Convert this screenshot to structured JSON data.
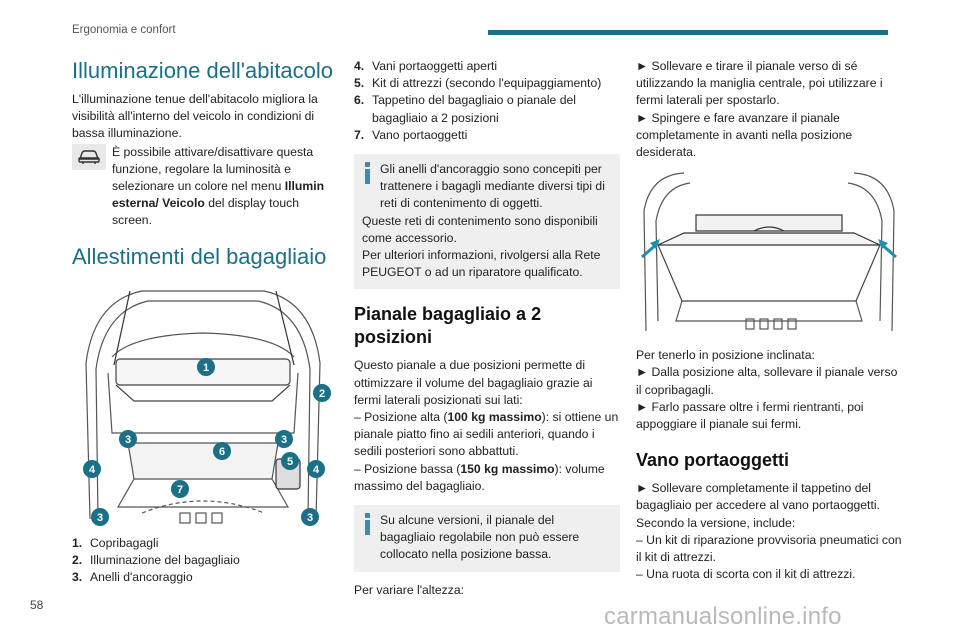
{
  "header": {
    "section": "Ergonomia e confort"
  },
  "page_number": "58",
  "watermark": "carmanualsonline.info",
  "col1": {
    "title1": "Illuminazione dell'abitacolo",
    "p1": "L'illuminazione tenue dell'abitacolo migliora la visibilità all'interno del veicolo in condizioni di bassa illuminazione.",
    "p2_a": "È possibile attivare/disattivare questa funzione, regolare la luminosità e selezionare un colore nel menu ",
    "p2_bold": "Illumin esterna/ Veicolo",
    "p2_b": " del display touch screen.",
    "title2": "Allestimenti del bagagliaio",
    "list": [
      {
        "n": "1.",
        "text": "Copribagagli"
      },
      {
        "n": "2.",
        "text": "Illuminazione del bagagliaio"
      },
      {
        "n": "3.",
        "text": "Anelli d'ancoraggio"
      }
    ],
    "callouts": [
      "1",
      "2",
      "3",
      "3",
      "4",
      "4",
      "5",
      "6",
      "7",
      "3",
      "3"
    ]
  },
  "col2": {
    "list": [
      {
        "n": "4.",
        "text": "Vani portaoggetti aperti"
      },
      {
        "n": "5.",
        "text": "Kit di attrezzi (secondo l'equipaggiamento)"
      },
      {
        "n": "6.",
        "text": "Tappetino del bagagliaio o pianale del bagagliaio a 2 posizioni"
      },
      {
        "n": "7.",
        "text": "Vano portaoggetti"
      }
    ],
    "info1": "Gli anelli d'ancoraggio sono concepiti per trattenere i bagagli mediante diversi tipi di reti di contenimento di oggetti.",
    "info1_b": "Queste reti di contenimento sono disponibili come accessorio.",
    "info1_c": "Per ulteriori informazioni, rivolgersi alla Rete PEUGEOT o ad un riparatore qualificato.",
    "title": "Pianale bagagliaio a 2 posizioni",
    "p1": "Questo pianale a due posizioni permette di ottimizzare il volume del bagagliaio grazie ai fermi laterali posizionati sui lati:",
    "p2_a": "– Posizione alta (",
    "p2_bold": "100 kg massimo",
    "p2_b": "): si ottiene un pianale piatto fino ai sedili anteriori, quando i sedili posteriori sono abbattuti.",
    "p3_a": "– Posizione bassa (",
    "p3_bold": "150 kg massimo",
    "p3_b": "): volume massimo del bagagliaio.",
    "info2": "Su alcune versioni, il pianale del bagagliaio regolabile non può essere collocato nella posizione bassa.",
    "p4": "Per variare l'altezza:"
  },
  "col3": {
    "p1": "► Sollevare e tirare il pianale verso di sé utilizzando la maniglia centrale, poi utilizzare i fermi laterali per spostarlo.",
    "p2": "► Spingere e fare avanzare il pianale completamente in avanti nella posizione desiderata.",
    "p3": "Per tenerlo in posizione inclinata:",
    "p4": "► Dalla posizione alta, sollevare il pianale verso il copribagagli.",
    "p5": "► Farlo passare oltre i fermi rientranti, poi appoggiare il pianale sui fermi.",
    "title": "Vano portaoggetti",
    "p6": "► Sollevare completamente il tappetino del bagagliaio per accedere al vano portaoggetti.",
    "p7": "Secondo la versione, include:",
    "p8": "– Un kit di riparazione provvisoria pneumatici con il kit di attrezzi.",
    "p9": "– Una ruota di scorta con il kit di attrezzi."
  },
  "colors": {
    "accent": "#1b6f86",
    "callout": "#1b6f86",
    "info_bg": "#efefef",
    "arrow": "#1d8fb0"
  }
}
